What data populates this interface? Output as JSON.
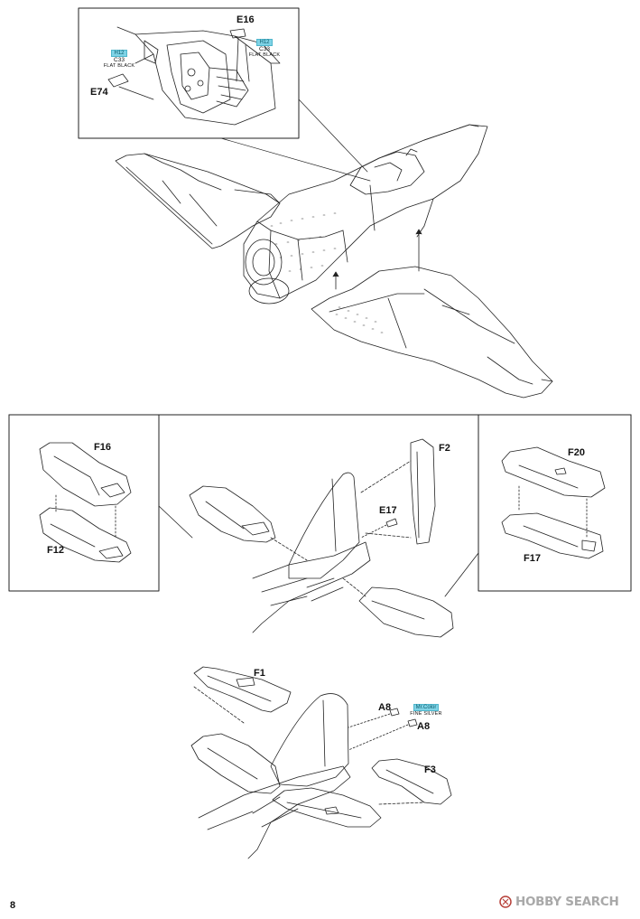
{
  "page_number": "8",
  "labels": {
    "e16": "E16",
    "e74": "E74",
    "f16": "F16",
    "f12": "F12",
    "f2": "F2",
    "e17": "E17",
    "f20": "F20",
    "f17": "F17",
    "f1": "F1",
    "a8_top": "A8",
    "a8_bottom": "A8",
    "f3": "F3"
  },
  "paints": {
    "c33_left": {
      "code": "H12",
      "num": "C33",
      "name": "FLAT BLACK"
    },
    "c33_right": {
      "code": "H12",
      "num": "C33",
      "name": "FLAT BLACK"
    },
    "silver": {
      "code": "Mr.Color",
      "name": "FINE SILVER"
    }
  },
  "watermark": {
    "text": "HOBBY SEARCH",
    "color": "#a9a9a9",
    "logo": "hobbysearch-logo-icon"
  }
}
